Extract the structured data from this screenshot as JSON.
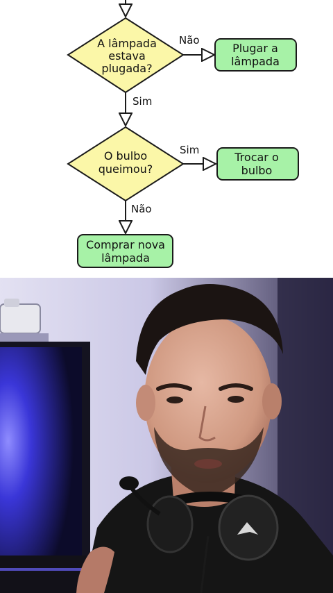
{
  "flowchart": {
    "decision1": {
      "line1": "A lâmpada",
      "line2": "estava",
      "line3": "plugada?"
    },
    "decision2": {
      "line1": "O bulbo",
      "line2": "queimou?"
    },
    "action1": {
      "line1": "Plugar a",
      "line2": "lâmpada"
    },
    "action2": {
      "line1": "Trocar o",
      "line2": "bulbo"
    },
    "action3": {
      "line1": "Comprar nova",
      "line2": "lâmpada"
    },
    "edges": {
      "d1_no": "Não",
      "d1_yes": "Sim",
      "d2_yes": "Sim",
      "d2_no": "Não"
    },
    "colors": {
      "decision_fill": "#fbf7a8",
      "action_fill": "#a7f2a7",
      "stroke": "#1a1a1a"
    }
  },
  "video": {
    "subject": "person-with-headset",
    "colors": {
      "wall": "#c9c6e6",
      "monitor_glow": "#3a36d8",
      "shirt": "#151515",
      "skin": "#d7a48e"
    }
  }
}
